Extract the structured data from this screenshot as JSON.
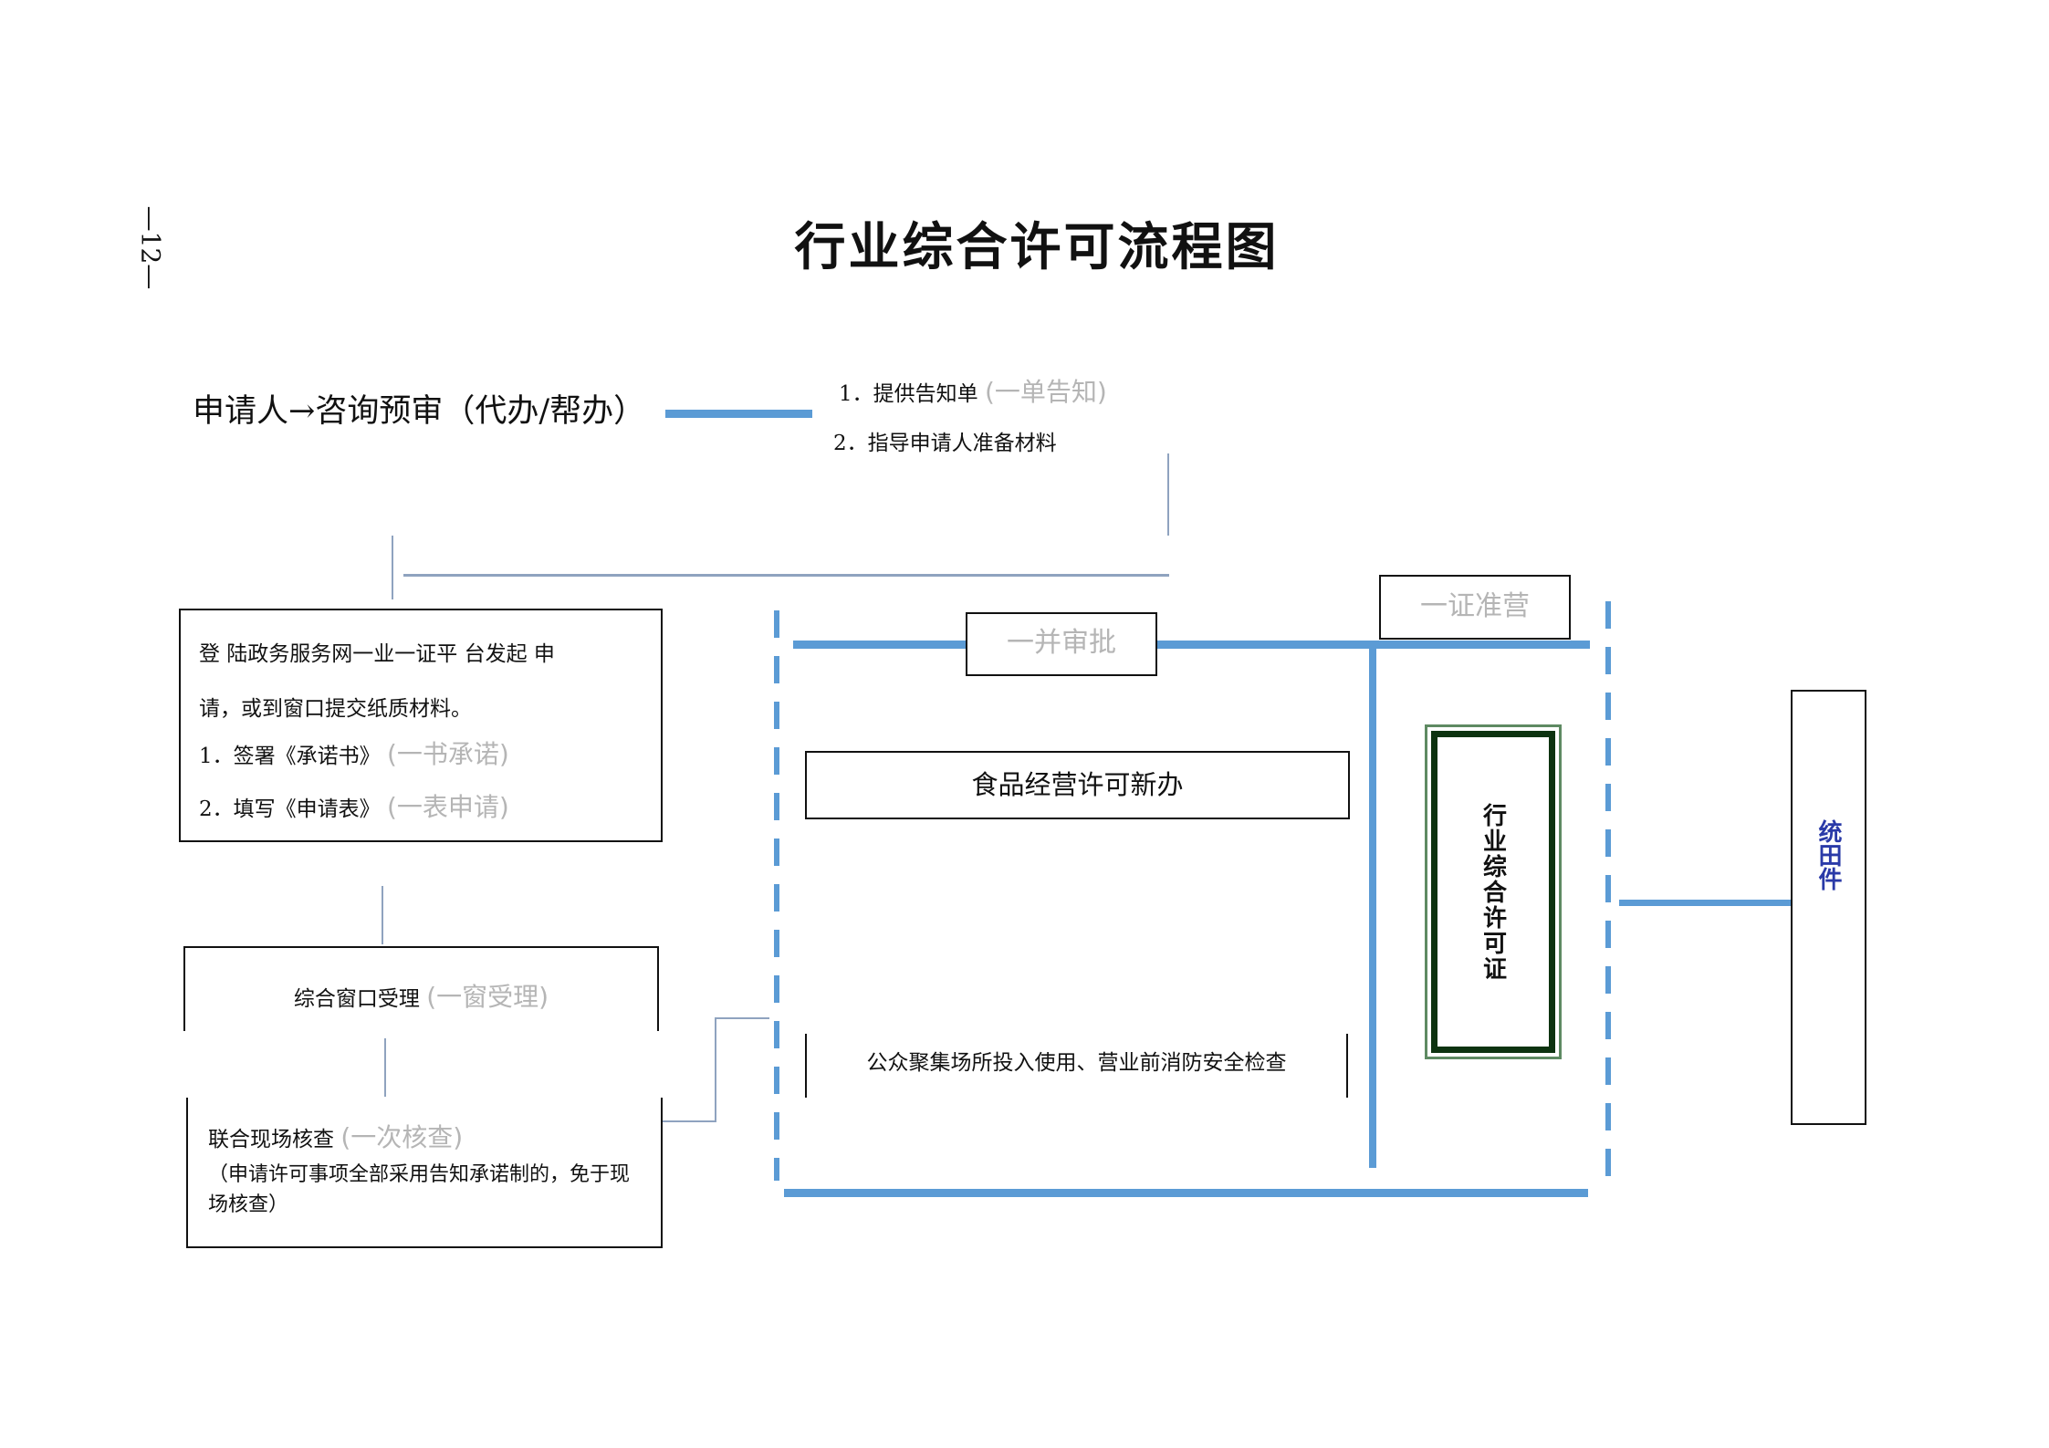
{
  "page_number": "—12—",
  "title": "行业综合许可流程图",
  "header": {
    "text": "申请人→咨询预审（代办/帮办）"
  },
  "consult_items": [
    {
      "text": "1．提供告知单",
      "note": "(一单告知)"
    },
    {
      "text": "2．指导申请人准备材料"
    }
  ],
  "apply_box": {
    "line1": "登 陆政务服务网一业一证平 台发起 申",
    "line2": "请，或到窗口提交纸质材料。",
    "items": [
      {
        "text": "1．签署《承诺书》",
        "note": "(一书承诺)"
      },
      {
        "text": "2．填写《申请表》",
        "note": "(一表申请)"
      }
    ]
  },
  "window_box": {
    "text": "综合窗口受理",
    "note": "(一窗受理)"
  },
  "inspect_box": {
    "text": "联合现场核查",
    "note": "(一次核查)",
    "detail": "（申请许可事项全部采用告知承诺制的，免于现场核查）"
  },
  "approval_label": "一并审批",
  "license_label": "一证准营",
  "items": [
    "食品经营许可新办",
    "公众聚集场所投入使用、营业前消防安全检查"
  ],
  "license": "行业综合许可证",
  "unified": "统田件"
}
